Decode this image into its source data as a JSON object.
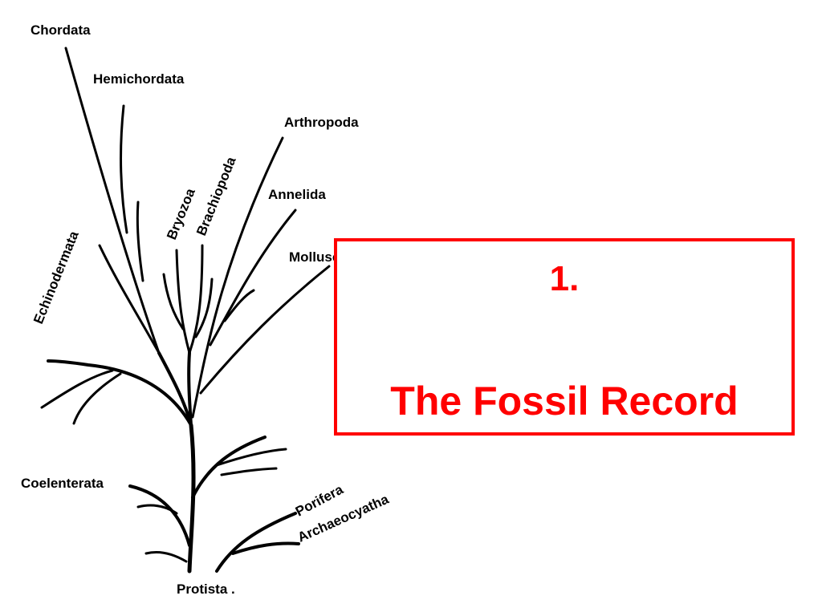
{
  "diagram": {
    "taxa": {
      "chordata": "Chordata",
      "hemichordata": "Hemichordata",
      "arthropoda": "Arthropoda",
      "brachiopoda": "Brachiopoda",
      "bryozoa": "Bryozoa",
      "annelida": "Annelida",
      "mollusca": "Mollusca",
      "echinodermata": "Echinodermata",
      "coelenterata": "Coelenterata",
      "porifera": "Porifera",
      "archaeocyatha": "Archaeocyatha",
      "protista": "Protista ."
    }
  },
  "title_box": {
    "number": "1.",
    "title": "The Fossil Record",
    "color": "#ff0000"
  }
}
